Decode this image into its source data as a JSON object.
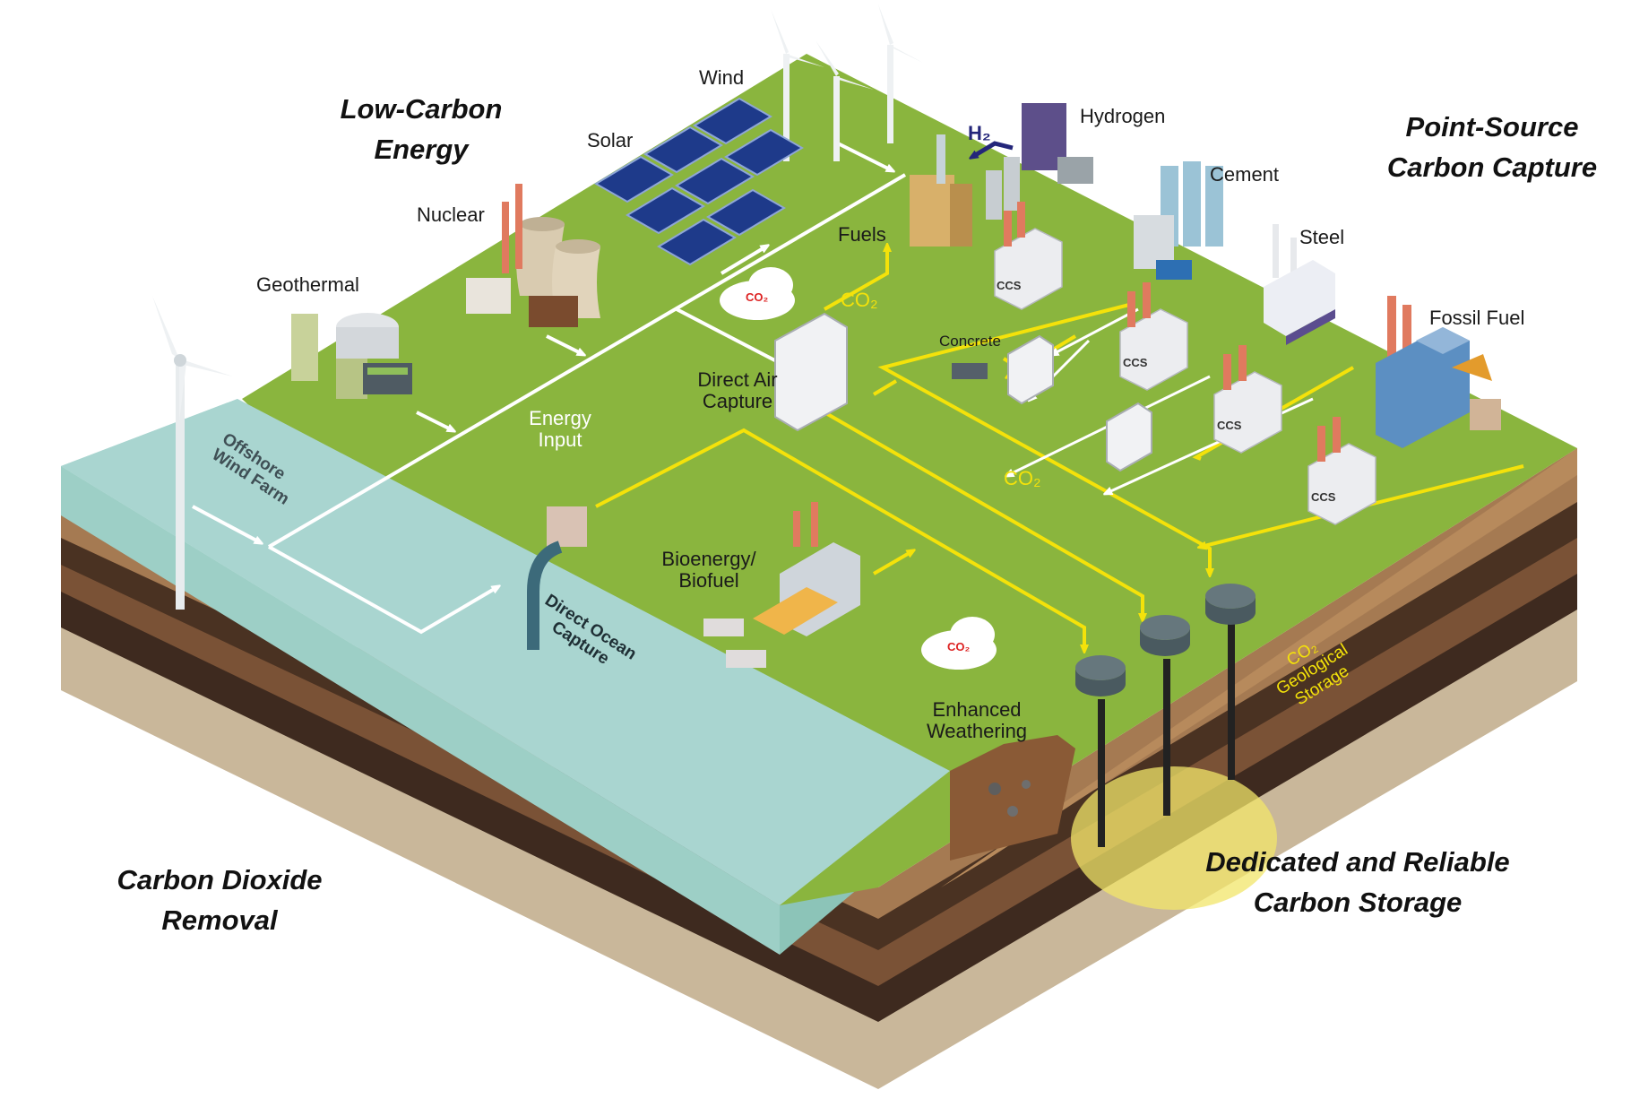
{
  "sections": {
    "low_carbon": [
      "Low-Carbon",
      "Energy"
    ],
    "point_source": [
      "Point-Source",
      "Carbon Capture"
    ],
    "cdr": [
      "Carbon Dioxide",
      "Removal"
    ],
    "storage": [
      "Dedicated and Reliable",
      "Carbon Storage"
    ]
  },
  "labels": {
    "wind": "Wind",
    "solar": "Solar",
    "nuclear": "Nuclear",
    "geothermal": "Geothermal",
    "hydrogen": "Hydrogen",
    "h2": "H₂",
    "cement": "Cement",
    "steel": "Steel",
    "fossil_fuel": "Fossil Fuel",
    "fuels": "Fuels",
    "concrete": "Concrete",
    "co2_top": "CO₂",
    "co2_mid": "CO₂",
    "co2_cloud": "CO₂",
    "dac": [
      "Direct Air",
      "Capture"
    ],
    "energy_input": [
      "Energy",
      "Input"
    ],
    "offshore": [
      "Offshore",
      "Wind Farm"
    ],
    "doc": [
      "Direct Ocean",
      "Capture"
    ],
    "bioenergy": [
      "Bioenergy/",
      "Biofuel"
    ],
    "weathering": [
      "Enhanced",
      "Weathering"
    ],
    "geo_storage": [
      "CO₂",
      "Geological",
      "Storage"
    ],
    "ccs": "CCS"
  },
  "colors": {
    "grass": "#8ab53e",
    "water": "#a9d5d0",
    "co2_flow": "#f4e20a",
    "energy_flow": "#ffffff",
    "soil_dark": "#3e2a1f",
    "soil_mid": "#6b4630",
    "soil_light": "#c9b79a"
  }
}
